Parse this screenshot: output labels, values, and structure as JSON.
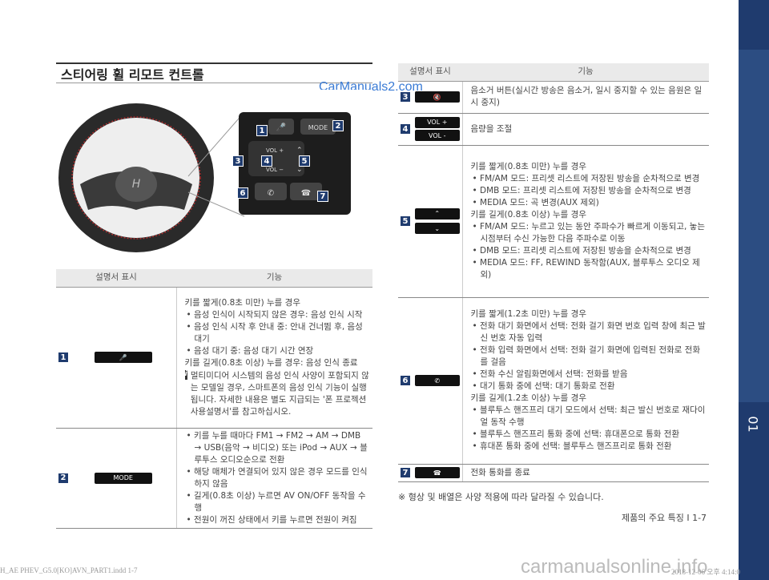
{
  "title": "스티어링 휠 리모트 컨트롤",
  "watermark_top": "CarManuals2.com",
  "watermark_bottom": "carmanualsonline.info",
  "photo_buttons": {
    "mode": "MODE",
    "vol_plus": "VOL +",
    "vol_minus": "VOL −",
    "n1": "1",
    "n2": "2",
    "n3": "3",
    "n4": "4",
    "n5": "5",
    "n6": "6",
    "n7": "7"
  },
  "table_header": {
    "col1": "설명서 표시",
    "col2": "기능"
  },
  "left_rows": [
    {
      "idx": "1",
      "lines": [
        "키를 짧게(0.8초 미만) 누를 경우",
        "• 음성 인식이 시작되지 않은 경우: 음성 인식 시작",
        "• 음성 인식 시작 후 안내 중: 안내 건너뜀 후, 음성 대기",
        "• 음성 대기 중: 음성 대기 시간 연장",
        "키를 길게(0.8초 이상) 누를 경우: 음성 인식 종료"
      ],
      "info": "멀티미디어 시스템의 음성 인식 사양이 포함되지 않는 모델일 경우, 스마트폰의 음성 인식 기능이 실행됩니다. 자세한 내용은 별도 지급되는 '폰 프로젝션 사용설명서'를 참고하십시오."
    },
    {
      "idx": "2",
      "key": "MODE",
      "lines": [
        "• 키를 누를 때마다 FM1 → FM2 → AM → DMB → USB(음악 → 비디오) 또는 iPod → AUX → 블루투스 오디오순으로 전환",
        "• 해당 매체가 연결되어 있지 않은 경우 모드를 인식하지 않음",
        "• 길게(0.8초 이상) 누르면 AV ON/OFF 동작을 수행",
        "• 전원이 꺼진 상태에서 키를 누르면 전원이 켜짐"
      ]
    }
  ],
  "right_rows": [
    {
      "idx": "3",
      "lines": [
        "음소거 버튼(실시간 방송은 음소거, 일시 중지할 수 있는 음원은 일시 중지)"
      ]
    },
    {
      "idx": "4",
      "key1": "VOL +",
      "key2": "VOL -",
      "lines": [
        "음량을 조절"
      ]
    },
    {
      "idx": "5",
      "lines": [
        "키를 짧게(0.8초 미만) 누를 경우",
        "• FM/AM 모드: 프리셋 리스트에 저장된 방송을 순차적으로 변경",
        "• DMB 모드: 프리셋 리스트에 저장된 방송을 순차적으로 변경",
        "• MEDIA 모드: 곡 변경(AUX 제외)",
        "키를 길게(0.8초 이상) 누를 경우",
        "• FM/AM 모드: 누르고 있는 동안 주파수가 빠르게 이동되고, 놓는 시점부터 수신 가능한 다음 주파수로 이동",
        "• DMB 모드: 프리셋 리스트에 저장된 방송을 순차적으로 변경",
        "• MEDIA 모드: FF, REWIND 동작함(AUX, 블루투스 오디오 제외)"
      ]
    },
    {
      "idx": "6",
      "lines": [
        "키를 짧게(1.2초 미만) 누를 경우",
        "• 전화 대기 화면에서 선택: 전화 걸기 화면 번호 입력 창에 최근 발신 번호 자동 입력",
        "• 전화 입력 화면에서 선택: 전화 걸기 화면에 입력된 전화로 전화를 걸음",
        "• 전화 수신 알림화면에서 선택: 전화를 받음",
        "• 대기 통화 중에 선택: 대기 통화로 전환",
        "키를 길게(1.2초 이상) 누를 경우",
        "• 블루투스 핸즈프리 대기 모드에서 선택: 최근 발신 번호로 재다이얼 동작 수행",
        "• 블루투스 핸즈프리 통화 중에 선택: 휴대폰으로 통화 전환",
        "• 휴대폰 통화 중에 선택: 블루투스 핸즈프리로 통화 전환"
      ]
    },
    {
      "idx": "7",
      "lines": [
        "전화 통화를 종료"
      ]
    }
  ],
  "note": "※ 형상 및 배열은 사양 적용에 따라 달라질 수 있습니다.",
  "footer": "제품의 주요 특징 I 1-7",
  "side_tab": "01",
  "bottom_file": "H_AE PHEV_G5.0[KO]AVN_PART1.indd   1-7",
  "bottom_date": "2018-12-06  오후 4:14:0"
}
